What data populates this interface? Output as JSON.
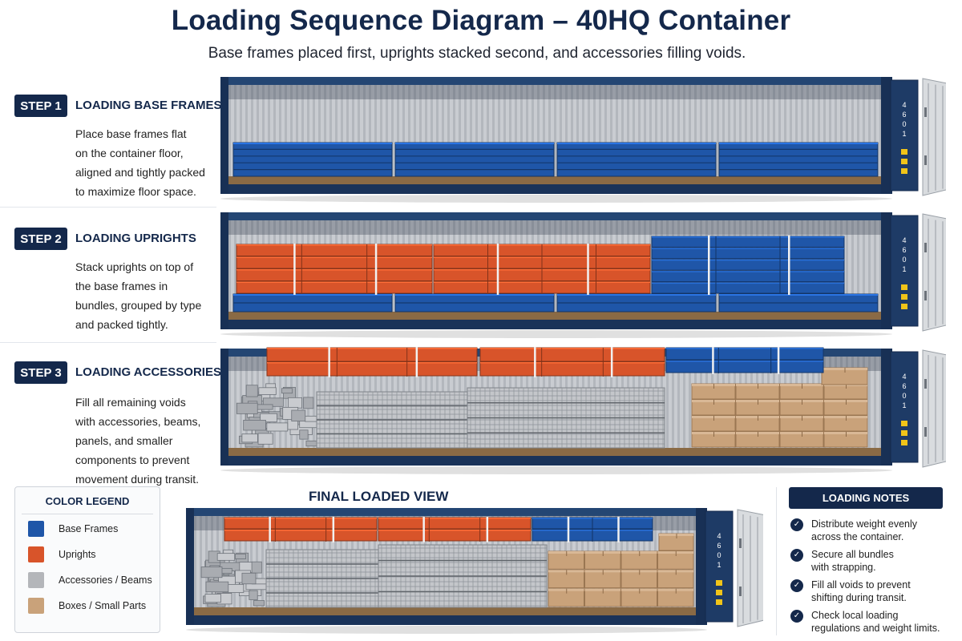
{
  "header": {
    "title": "Loading Sequence Diagram – 40HQ Container",
    "subtitle": "Base frames placed first, uprights stacked second, and accessories filling voids."
  },
  "steps": [
    {
      "badge": "STEP 1",
      "title": "LOADING BASE FRAMES",
      "lines": [
        "Place base frames flat",
        "on the container floor,",
        "aligned and tightly packed",
        "to maximize floor space."
      ]
    },
    {
      "badge": "STEP 2",
      "title": "LOADING UPRIGHTS",
      "lines": [
        "Stack uprights on top of",
        "the base frames in",
        "bundles, grouped by type",
        "and packed tightly."
      ]
    },
    {
      "badge": "STEP 3",
      "title": "LOADING ACCESSORIES",
      "lines": [
        "Fill all remaining voids",
        "with accessories, beams,",
        "panels, and smaller",
        "components to prevent",
        "movement during transit."
      ]
    }
  ],
  "container": {
    "door_text": "4 6 0 1"
  },
  "legend": {
    "title": "COLOR LEGEND",
    "items": [
      {
        "label": "Base Frames",
        "color": "#1f56a8"
      },
      {
        "label": "Uprights",
        "color": "#d8542a"
      },
      {
        "label": "Accessories / Beams",
        "color": "#b4b6ba"
      },
      {
        "label": "Boxes / Small Parts",
        "color": "#c9a27a"
      }
    ]
  },
  "final_view": {
    "title": "FINAL LOADED VIEW"
  },
  "notes": {
    "title": "LOADING NOTES",
    "items": [
      {
        "lines": [
          "Distribute weight evenly",
          "across the container."
        ]
      },
      {
        "lines": [
          "Secure all bundles",
          "with strapping."
        ]
      },
      {
        "lines": [
          "Fill all voids to prevent",
          "shifting during transit."
        ]
      },
      {
        "lines": [
          "Check local loading",
          "regulations and weight limits."
        ]
      }
    ]
  },
  "colors": {
    "navy": "#14284b",
    "container_blue": "#1d3a66",
    "base_frame": "#1f56a8",
    "upright": "#d8542a",
    "accessory": "#b4b6ba",
    "box": "#c9a27a"
  }
}
